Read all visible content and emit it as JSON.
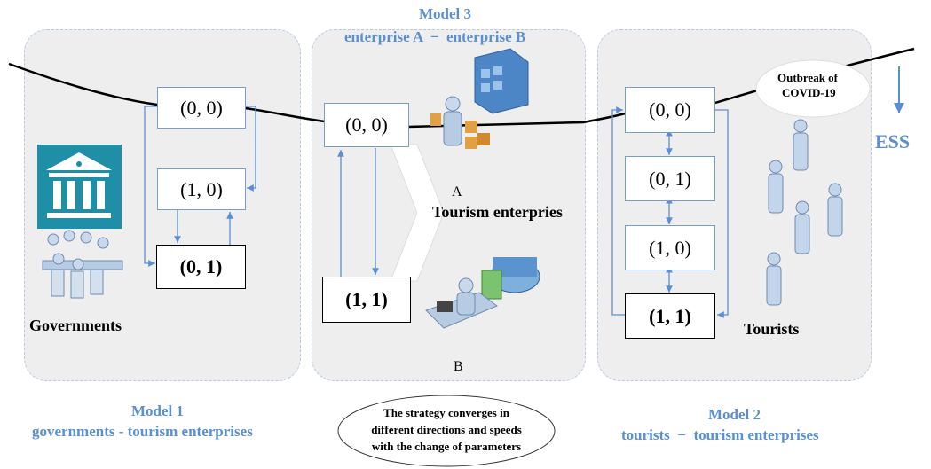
{
  "model1": {
    "title": "Model 1",
    "subtitle": "governments - tourism enterprises",
    "actor": "Governments",
    "states": [
      "(0, 0)",
      "(1, 0)",
      "(0, 1)"
    ]
  },
  "model3": {
    "title": "Model 3",
    "subtitle": "enterprise A  −  enterprise B",
    "actor": "Tourism enterpries",
    "label_a": "A",
    "label_b": "B",
    "states": [
      "(0, 0)",
      "(1, 1)"
    ]
  },
  "model2": {
    "title": "Model 2",
    "subtitle": "tourists  −  tourism enterprises",
    "actor": "Tourists",
    "states": [
      "(0, 0)",
      "(0, 1)",
      "(1, 0)",
      "(1, 1)"
    ]
  },
  "outbreak": {
    "line1": "Outbreak of",
    "line2": "COVID-19"
  },
  "ess_label": "ESS",
  "note": {
    "line1": "The strategy converges in",
    "line2": "different directions and speeds",
    "line3": "with the change of parameters"
  },
  "colors": {
    "accent_blue": "#5b8fd3",
    "panel_fill": "#eeeeee",
    "icon_teal": "#1f8fa8"
  }
}
